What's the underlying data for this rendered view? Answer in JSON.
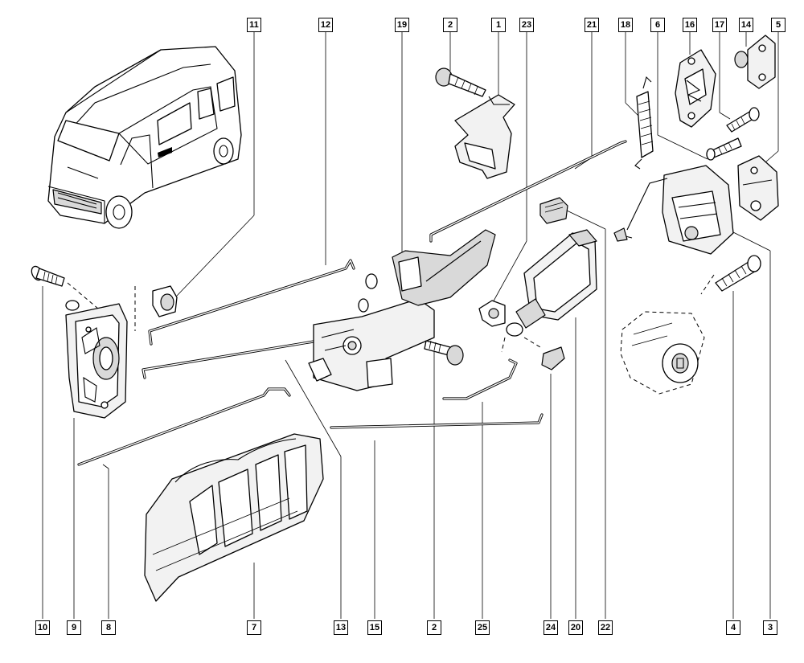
{
  "callouts_top": [
    "11",
    "12",
    "19",
    "2",
    "1",
    "23",
    "21",
    "18",
    "6",
    "16",
    "17",
    "14",
    "5"
  ],
  "callouts_bottom": [
    "10",
    "9",
    "8",
    "7",
    "13",
    "15",
    "2",
    "25",
    "24",
    "20",
    "22",
    "4",
    "3"
  ]
}
